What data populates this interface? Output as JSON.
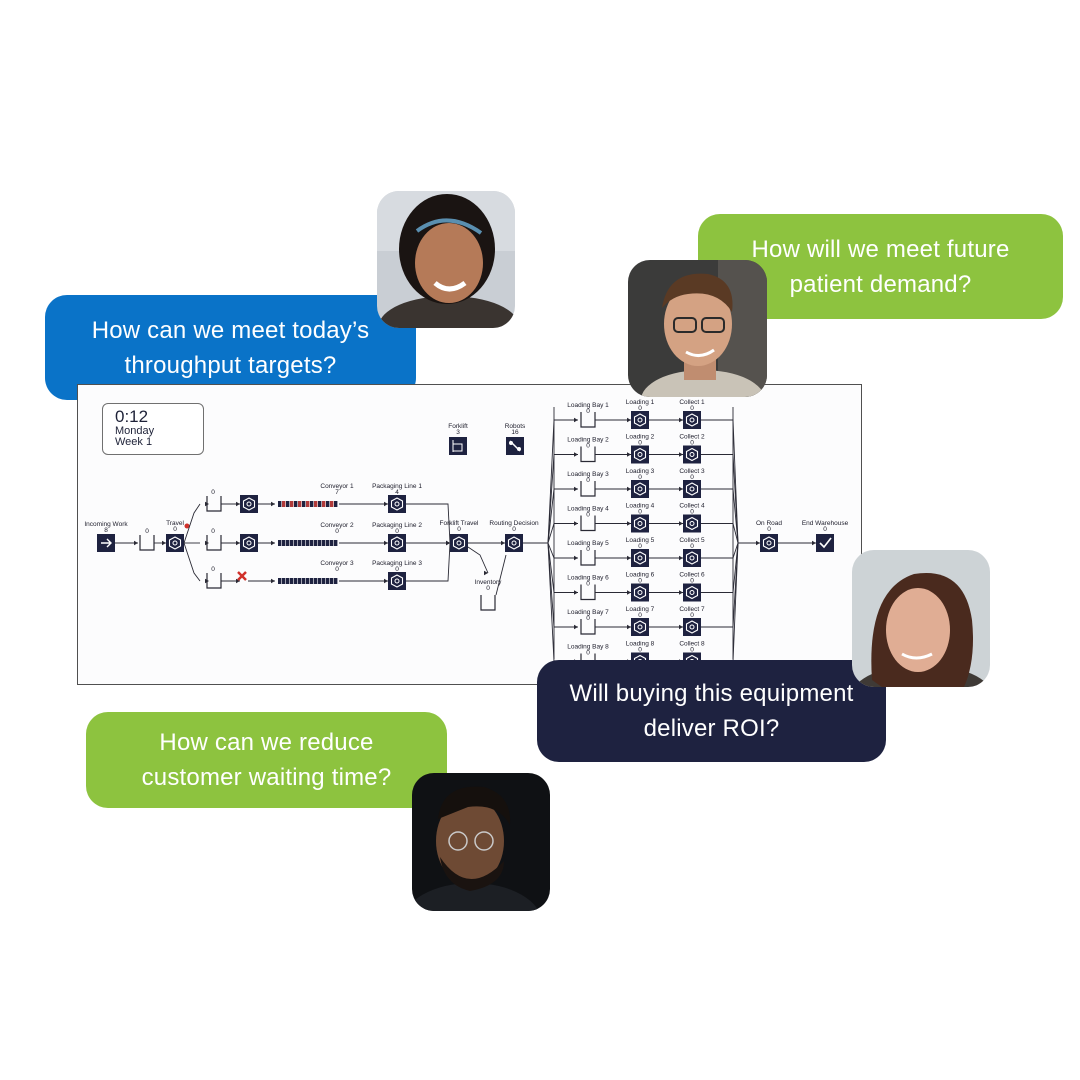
{
  "bubbles": {
    "blue": {
      "line1": "How can we meet today’s",
      "line2": "throughput targets?"
    },
    "green_top": {
      "line1": "How will we meet future",
      "line2": "patient demand?"
    },
    "navy": {
      "line1": "Will buying this equipment",
      "line2": "deliver ROI?"
    },
    "green_bottom": {
      "line1": "How can we reduce",
      "line2": "customer waiting time?"
    }
  },
  "colors": {
    "blue": "#0a73c8",
    "green": "#8dc33f",
    "navy": "#1e2240",
    "node": "#1e2240",
    "red": "#d0302a"
  },
  "clock": {
    "time": "0:12",
    "day": "Monday",
    "week": "Week 1"
  },
  "resources": [
    {
      "label": "Forklift",
      "value": "3"
    },
    {
      "label": "Robots",
      "value": "16"
    }
  ],
  "nodes": {
    "incoming_work": {
      "label": "Incoming Work",
      "value": "8"
    },
    "queue_main": {
      "value": "0"
    },
    "travel": {
      "label": "Travel",
      "value": "0"
    },
    "branch_queues": [
      "0",
      "0",
      "0"
    ],
    "conveyors": [
      {
        "label": "Conveyor 1",
        "value": "7"
      },
      {
        "label": "Conveyor 2",
        "value": "0"
      },
      {
        "label": "Conveyor 3",
        "value": "0"
      }
    ],
    "packaging": [
      {
        "label": "Packaging Line 1",
        "value": "4"
      },
      {
        "label": "Packaging Line 2",
        "value": "0"
      },
      {
        "label": "Packaging Line 3",
        "value": "0"
      }
    ],
    "forklift_travel": {
      "label": "Forklift Travel",
      "value": "0"
    },
    "routing_decision": {
      "label": "Routing Decision",
      "value": "0"
    },
    "inventory": {
      "label": "Inventory",
      "value": "0"
    },
    "bays": [
      {
        "bay": "Loading Bay 1",
        "loading": "Loading 1",
        "collect": "Collect 1"
      },
      {
        "bay": "Loading Bay 2",
        "loading": "Loading 2",
        "collect": "Collect 2"
      },
      {
        "bay": "Loading Bay 3",
        "loading": "Loading 3",
        "collect": "Collect 3"
      },
      {
        "bay": "Loading Bay 4",
        "loading": "Loading 4",
        "collect": "Collect 4"
      },
      {
        "bay": "Loading Bay 5",
        "loading": "Loading 5",
        "collect": "Collect 5"
      },
      {
        "bay": "Loading Bay 6",
        "loading": "Loading 6",
        "collect": "Collect 6"
      },
      {
        "bay": "Loading Bay 7",
        "loading": "Loading 7",
        "collect": "Collect 7"
      },
      {
        "bay": "Loading Bay 8",
        "loading": "Loading 8",
        "collect": "Collect 8"
      }
    ],
    "bay_value": "0",
    "on_road": {
      "label": "On Road",
      "value": "0"
    },
    "end_warehouse": {
      "label": "End Warehouse",
      "value": "0"
    }
  },
  "photos": [
    "portrait-woman-smiling",
    "portrait-man-glasses",
    "portrait-woman-brown-hair",
    "portrait-man-beard-glasses"
  ]
}
